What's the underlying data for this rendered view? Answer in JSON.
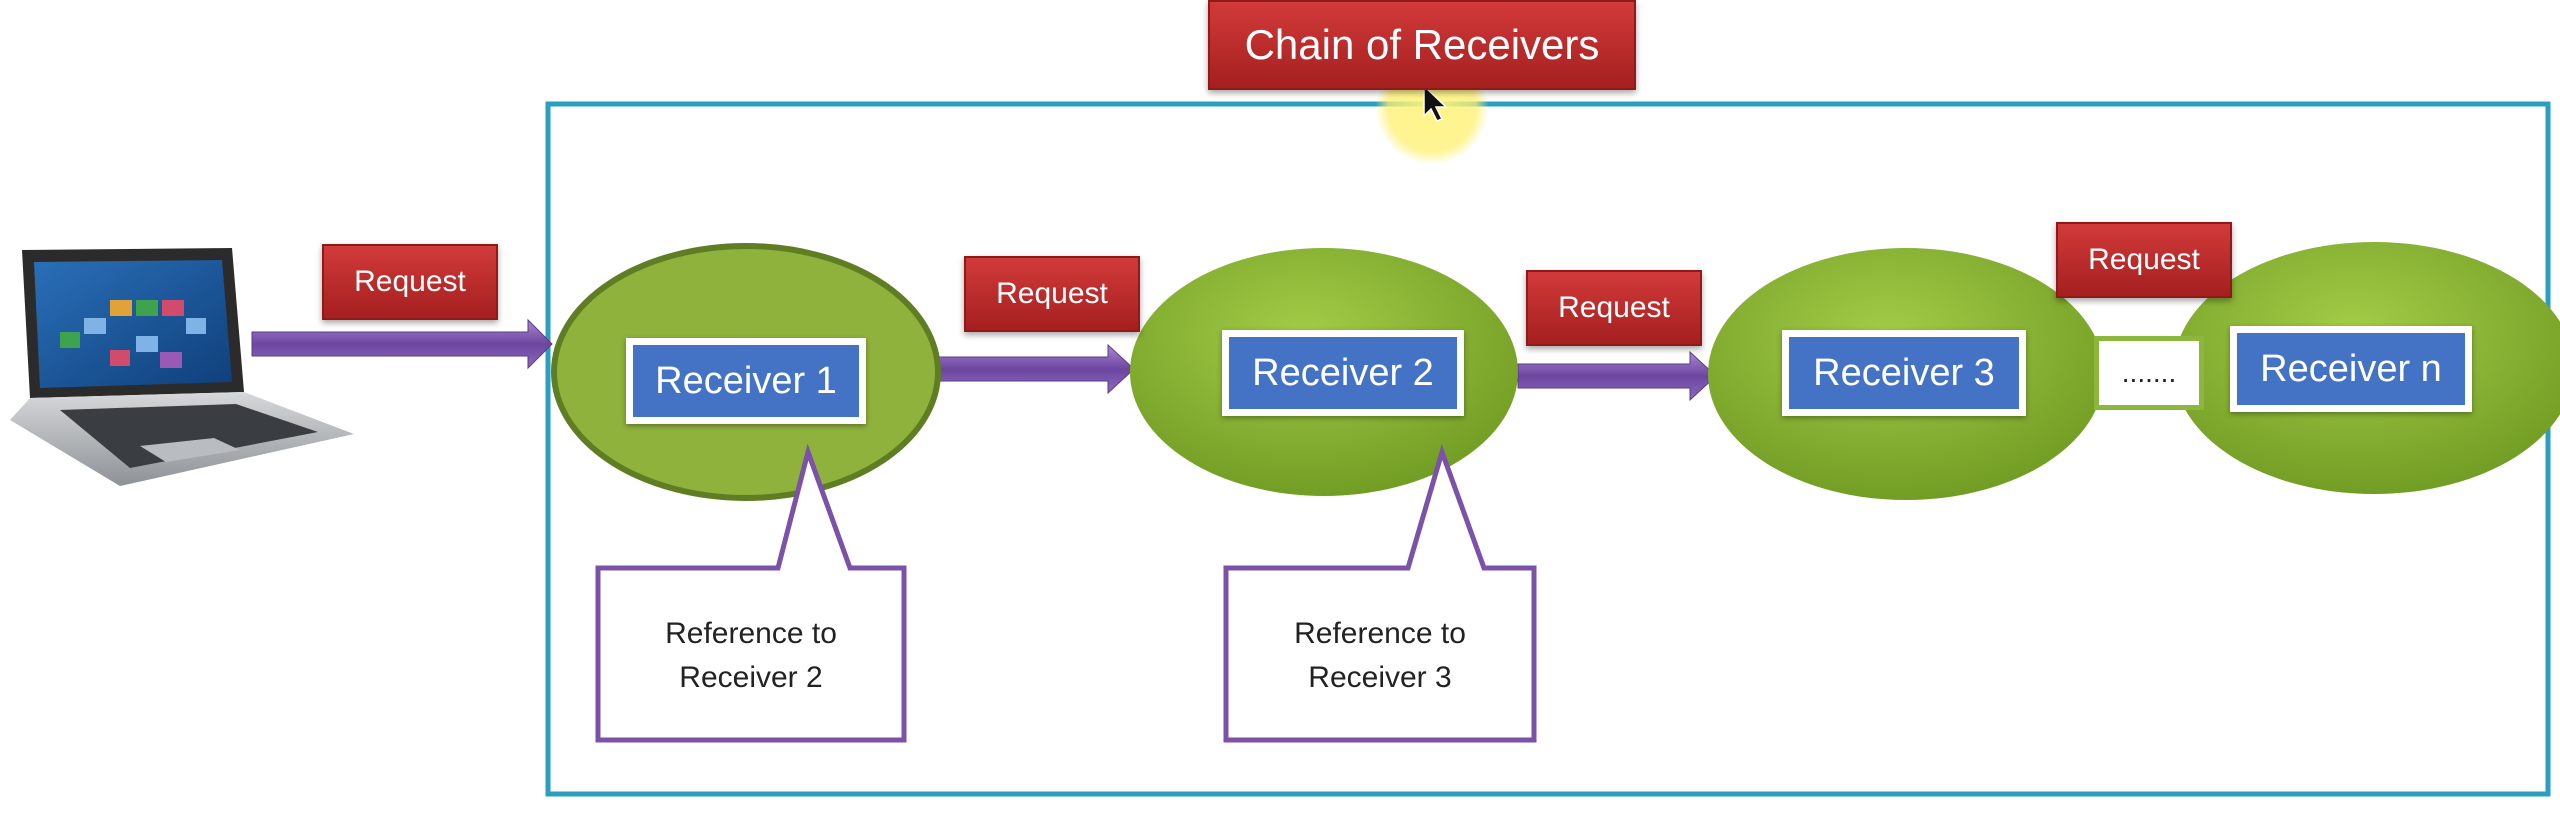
{
  "title": "Chain of Receivers",
  "requests": [
    "Request",
    "Request",
    "Request",
    "Request"
  ],
  "receivers": [
    "Receiver 1",
    "Receiver 2",
    "Receiver 3",
    "Receiver n"
  ],
  "ellipsis": ".......",
  "references": [
    {
      "line1": "Reference to",
      "line2": "Receiver 2"
    },
    {
      "line1": "Reference to",
      "line2": "Receiver 3"
    }
  ],
  "colors": {
    "frame": "#2a9fbf",
    "arrow": "#7b52a8",
    "ellipse_fill": "#8db63c",
    "receiver_fill": "#4472c4",
    "request_fill": "#c0292b",
    "callout_border": "#7b52a8"
  },
  "icons": {
    "client": "laptop-icon",
    "cursor": "mouse-pointer-icon"
  }
}
